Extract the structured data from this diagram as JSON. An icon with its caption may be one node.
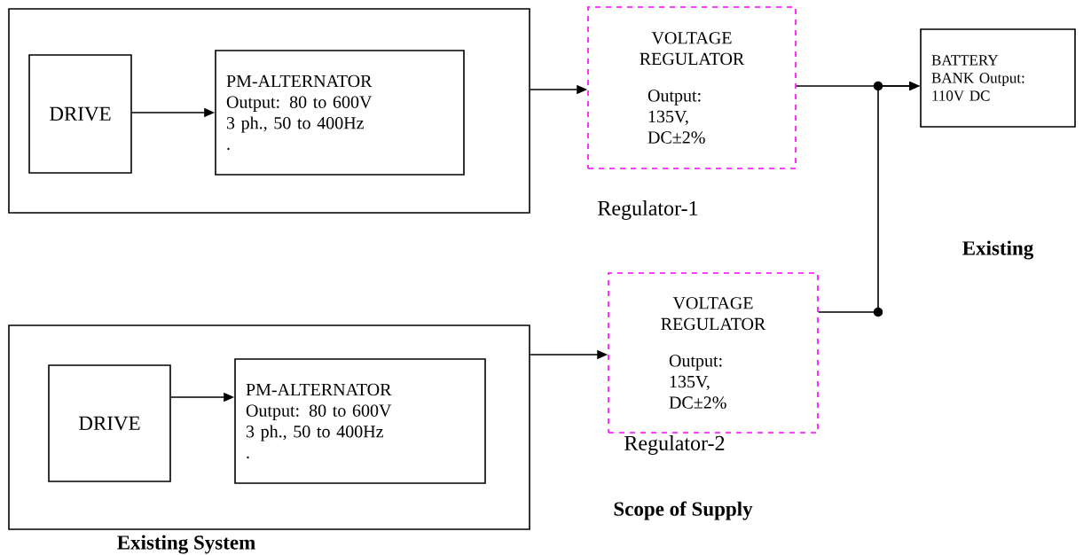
{
  "diagram": {
    "nodes": [
      {
        "text": [],
        "shape": "box"
      },
      {
        "text": [
          "DRIVE"
        ],
        "in": 0
      },
      {
        "text": [
          "PM-ALTERNATOR",
          "Output: 80 to 600V",
          "3 ph., 50 to 400Hz",
          "."
        ],
        "in": 0
      },
      {
        "text": [
          "VOLTAGE REGULATOR",
          "Output: 135V, DC±2%"
        ],
        "beside": [
          "Regulator-1"
        ]
      },
      {
        "text": [
          "BATTERY BANK Output: 110V DC"
        ]
      },
      {
        "text": [],
        "shape": "box"
      },
      {
        "text": [
          "DRIVE"
        ],
        "in": 5
      },
      {
        "text": [
          "PM-ALTERNATOR",
          "Output: 80 to 600V",
          "3 ph., 50 to 400Hz",
          "."
        ],
        "in": 5
      },
      {
        "text": [
          "VOLTAGE REGULATOR",
          "Output: 135V, DC±2%"
        ],
        "beside": [
          "Regulator-2"
        ]
      }
    ],
    "edges": [
      {
        "from": 1,
        "to": 2,
        "arrow": "to"
      },
      {
        "from": 0,
        "to": 3,
        "arrow": "to"
      },
      {
        "from": 3,
        "to": 4,
        "arrow": "to"
      },
      {
        "from": 6,
        "to": 7,
        "arrow": "to"
      },
      {
        "from": 5,
        "to": 8,
        "arrow": "to"
      },
      {
        "from": 8,
        "to": 4,
        "arrow": "to"
      }
    ],
    "labels": [
      "Existing",
      "Scope of Supply",
      "Existing System"
    ]
  }
}
